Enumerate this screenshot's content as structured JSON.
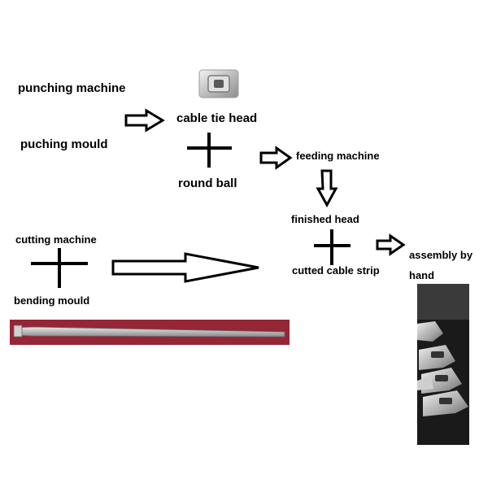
{
  "labels": {
    "punching_machine": "punching machine",
    "puching_mould": "puching mould",
    "cable_tie_head": "cable tie head",
    "round_ball": "round ball",
    "feeding_machine": "feeding machine",
    "finished_head": "finished head",
    "cutted_cable_strip": "cutted cable strip",
    "assembly_by": "assembly by",
    "hand": "hand",
    "cutting_machine": "cutting machine",
    "bending_mould": "bending mould"
  },
  "colors": {
    "strip_bg": "#8a1c2c",
    "metal": "#c8c8c8",
    "photo_dark": "#1a1a1a"
  }
}
